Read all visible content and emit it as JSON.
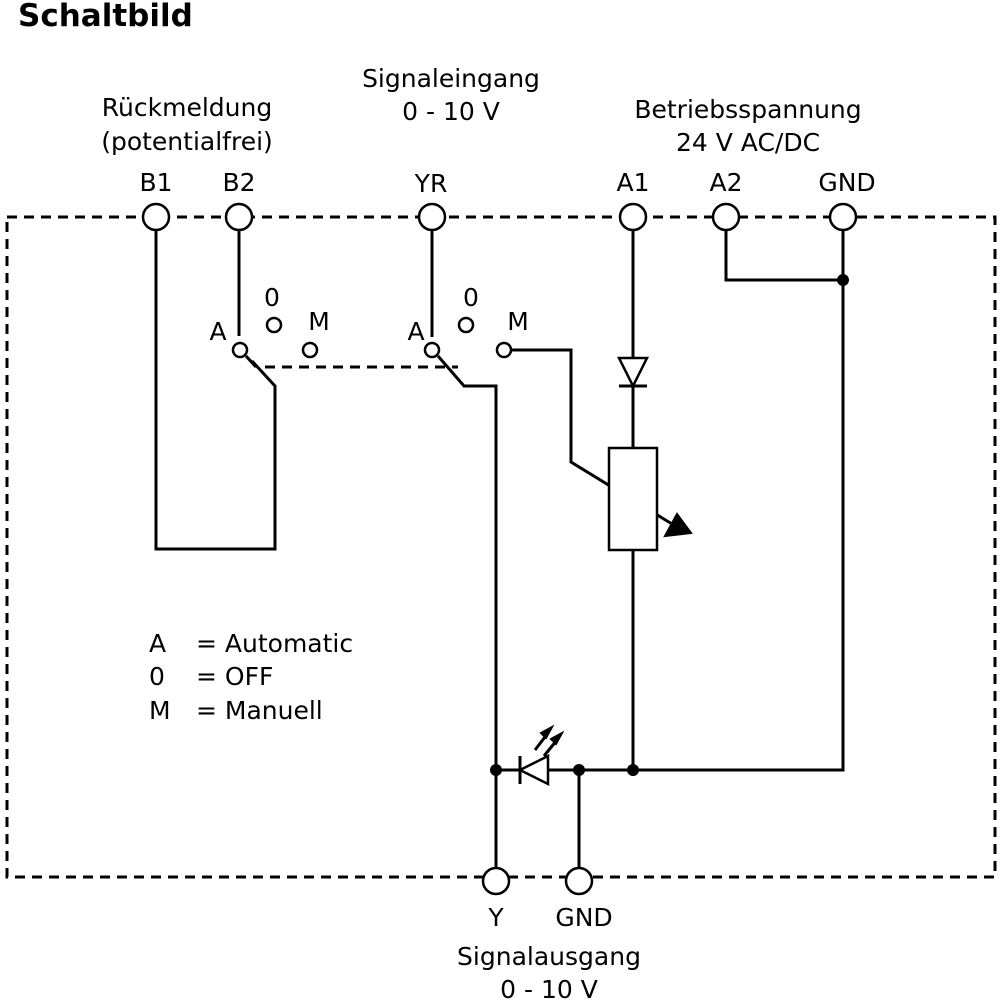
{
  "title": "Schaltbild",
  "groups": {
    "feedback_line1": "Rückmeldung",
    "feedback_line2": "(potentialfrei)",
    "signal_in_line1": "Signaleingang",
    "signal_in_line2": "0 - 10 V",
    "supply_line1": "Betriebsspannung",
    "supply_line2": "24 V AC/DC",
    "signal_out_line1": "Signalausgang",
    "signal_out_line2": "0 - 10 V"
  },
  "terminals": {
    "b1": "B1",
    "b2": "B2",
    "yr": "YR",
    "a1": "A1",
    "a2": "A2",
    "gnd_top": "GND",
    "y": "Y",
    "gnd_bottom": "GND"
  },
  "switch_positions": {
    "left_a": "A",
    "left_0": "0",
    "left_m": "M",
    "right_a": "A",
    "right_0": "0",
    "right_m": "M"
  },
  "legend": [
    {
      "key": "A",
      "text": "= Automatic"
    },
    {
      "key": "0",
      "text": "= OFF"
    },
    {
      "key": "M",
      "text": "= Manuell"
    }
  ]
}
